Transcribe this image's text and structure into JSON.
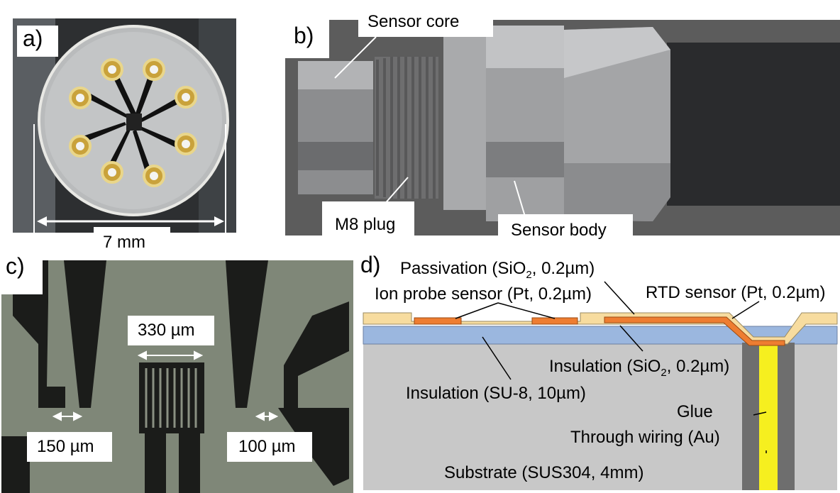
{
  "panels": {
    "a": {
      "letter": "a)",
      "scale_label": "7 mm"
    },
    "b": {
      "letter": "b)",
      "labels": {
        "sensor_core": "Sensor core",
        "m8_plug": "M8 plug",
        "sensor_body": "Sensor body"
      }
    },
    "c": {
      "letter": "c)",
      "labels": {
        "width_330": "330 µm",
        "width_150": "150 µm",
        "width_100": "100 µm"
      }
    },
    "d": {
      "letter": "d)",
      "labels": {
        "passivation_a": "Passivation (SiO",
        "passivation_sub": "2",
        "passivation_b": ", 0.2µm)",
        "ion_probe": "Ion probe sensor (Pt, 0.2µm)",
        "rtd": "RTD sensor (Pt, 0.2µm)",
        "insulation_sio2_a": "Insulation (SiO",
        "insulation_sio2_sub": "2",
        "insulation_sio2_b": ", 0.2µm)",
        "insulation_su8": "Insulation (SU-8, 10µm)",
        "glue": "Glue",
        "through_wiring": "Through wiring (Au)",
        "substrate": "Substrate (SUS304, 4mm)"
      }
    }
  },
  "colors": {
    "substrate": "#c8c8c8",
    "su8": "#9bb7df",
    "passivation": "#f7dc9f",
    "platinum": "#ee7d31",
    "glue": "#6e6e6e",
    "gold": "#f6ef1f"
  }
}
